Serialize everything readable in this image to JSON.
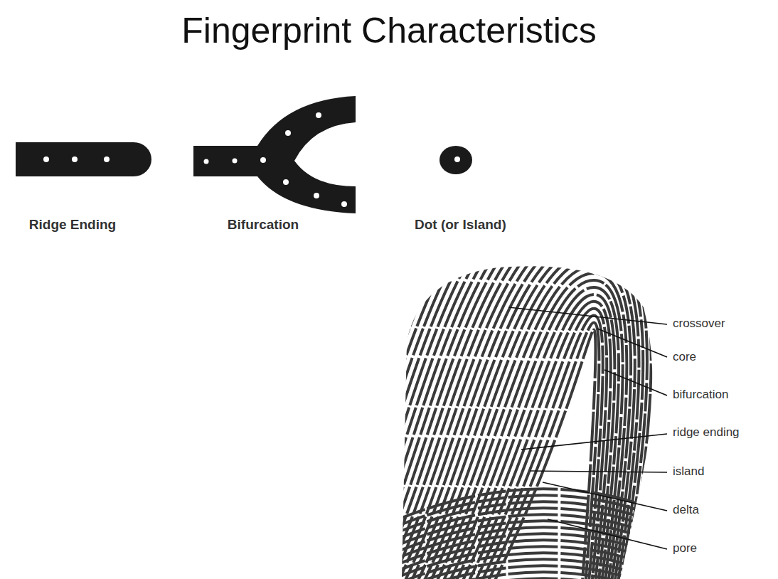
{
  "diagram": {
    "title": "Fingerprint Characteristics",
    "labels": [
      "Ridge Ending",
      "Bifurcation",
      "Dot (or Island)",
      "crossover",
      "core",
      "bifurcation",
      "ridge ending",
      "island",
      "delta",
      "pore"
    ]
  }
}
